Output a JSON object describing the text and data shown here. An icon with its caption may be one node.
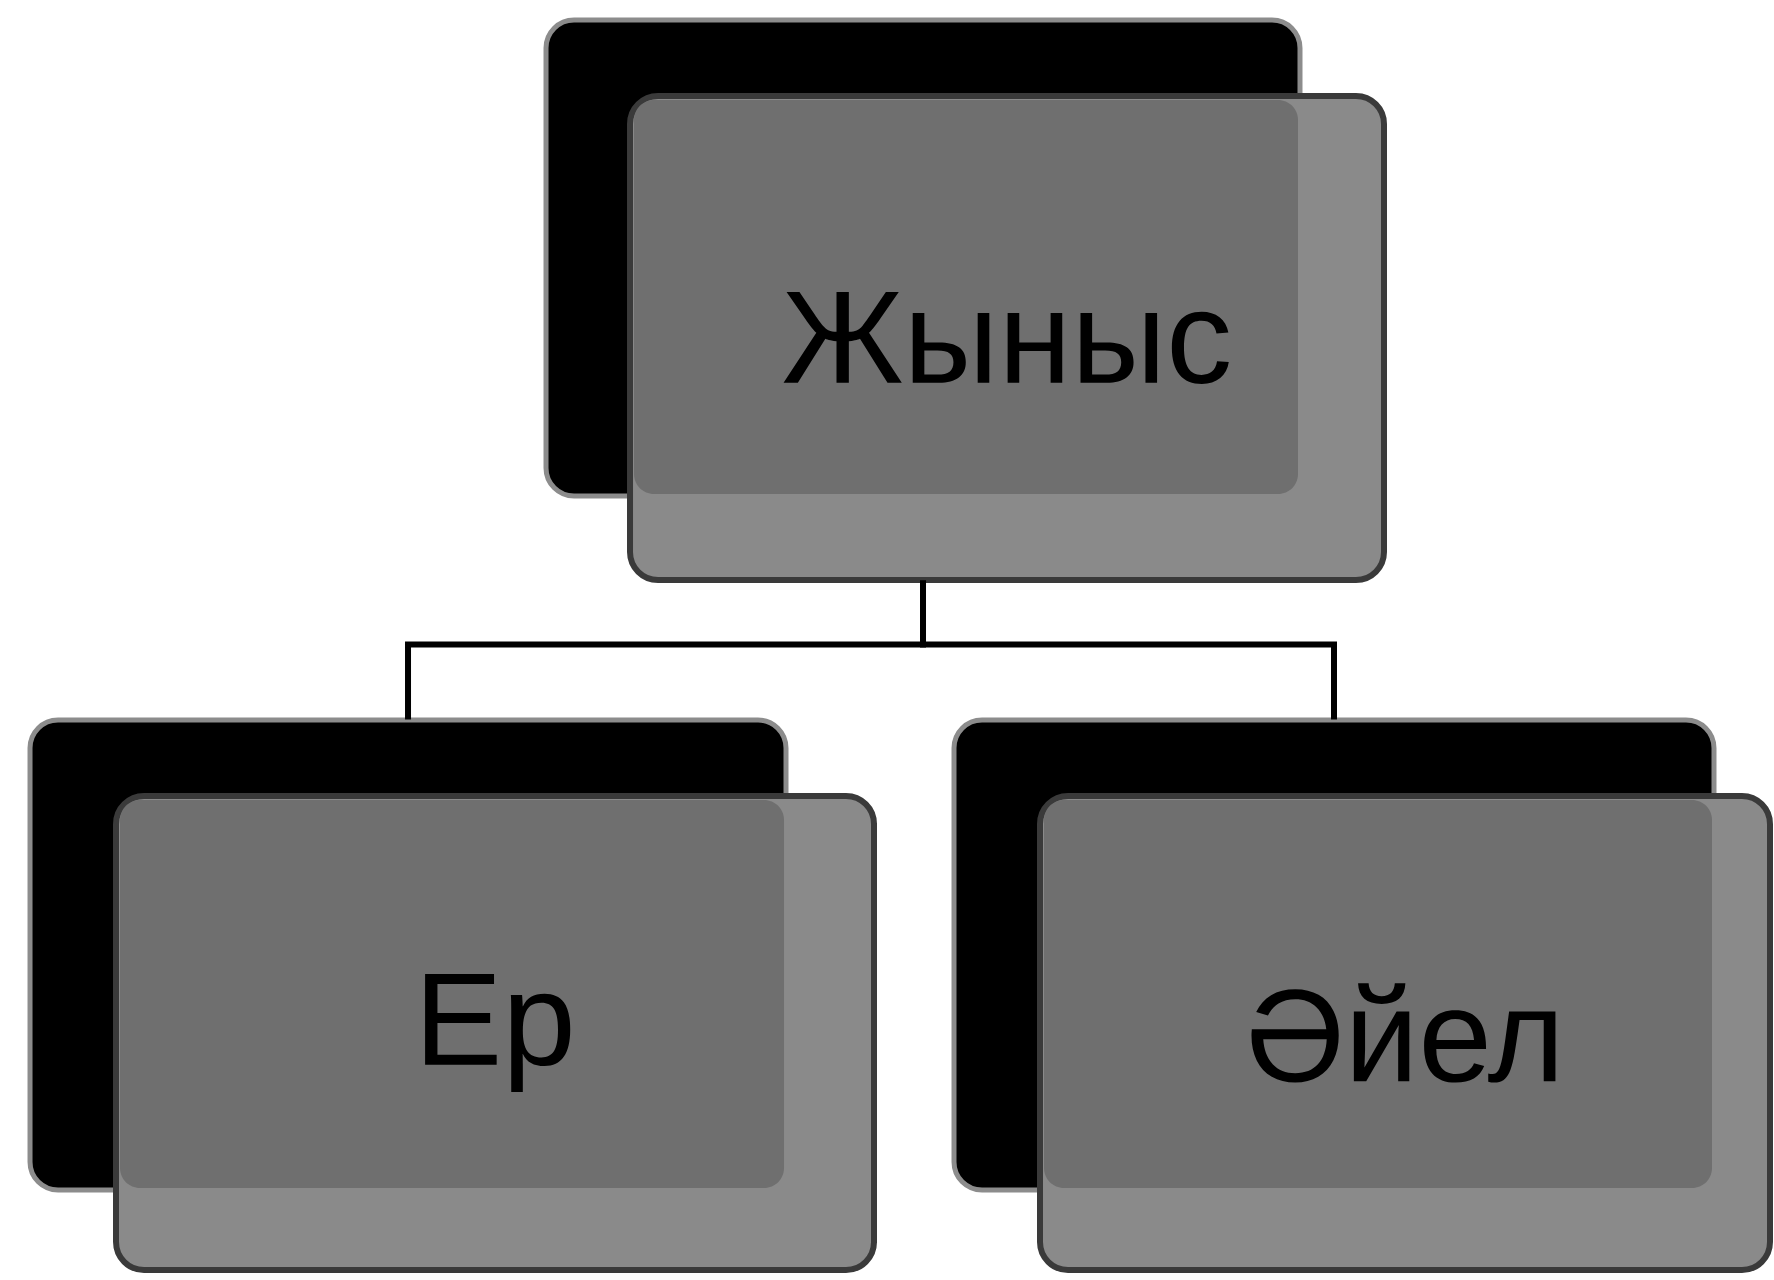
{
  "diagram": {
    "nodes": [
      {
        "text": [
          "Жыныс"
        ]
      },
      {
        "text": [
          "Ер"
        ]
      },
      {
        "text": [
          "Әйел"
        ]
      }
    ],
    "edges": [
      {
        "from": 0,
        "to": 1,
        "arrow": "none"
      },
      {
        "from": 0,
        "to": 2,
        "arrow": "none"
      }
    ]
  }
}
